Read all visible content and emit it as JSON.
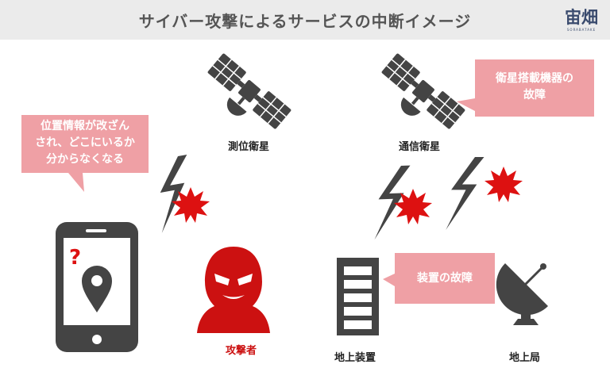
{
  "title": "サイバー攻撃によるサービスの中断イメージ",
  "logo": {
    "text": "宙畑",
    "subtext": "SORABATAKE"
  },
  "labels": {
    "positioning_satellite": "測位衛星",
    "comm_satellite": "通信衛星",
    "attacker": "攻撃者",
    "ground_equipment": "地上装置",
    "ground_station": "地上局"
  },
  "callouts": {
    "position_info": [
      "位置情報が改ざん",
      "され、どこにいるか",
      "分からなくなる"
    ],
    "onboard_failure": [
      "衛星搭載機器の",
      "故障"
    ],
    "equipment_failure": "装置の故障"
  },
  "colors": {
    "header_bg": "#ebebeb",
    "title": "#555555",
    "icon": "#444444",
    "accent_red": "#cc1111",
    "callout_bg": "#efa0a5"
  },
  "icons": [
    "satellite-icon",
    "smartphone-icon",
    "map-pin-icon",
    "hacker-icon",
    "server-icon",
    "satellite-dish-icon",
    "lightning-icon",
    "burst-icon"
  ]
}
